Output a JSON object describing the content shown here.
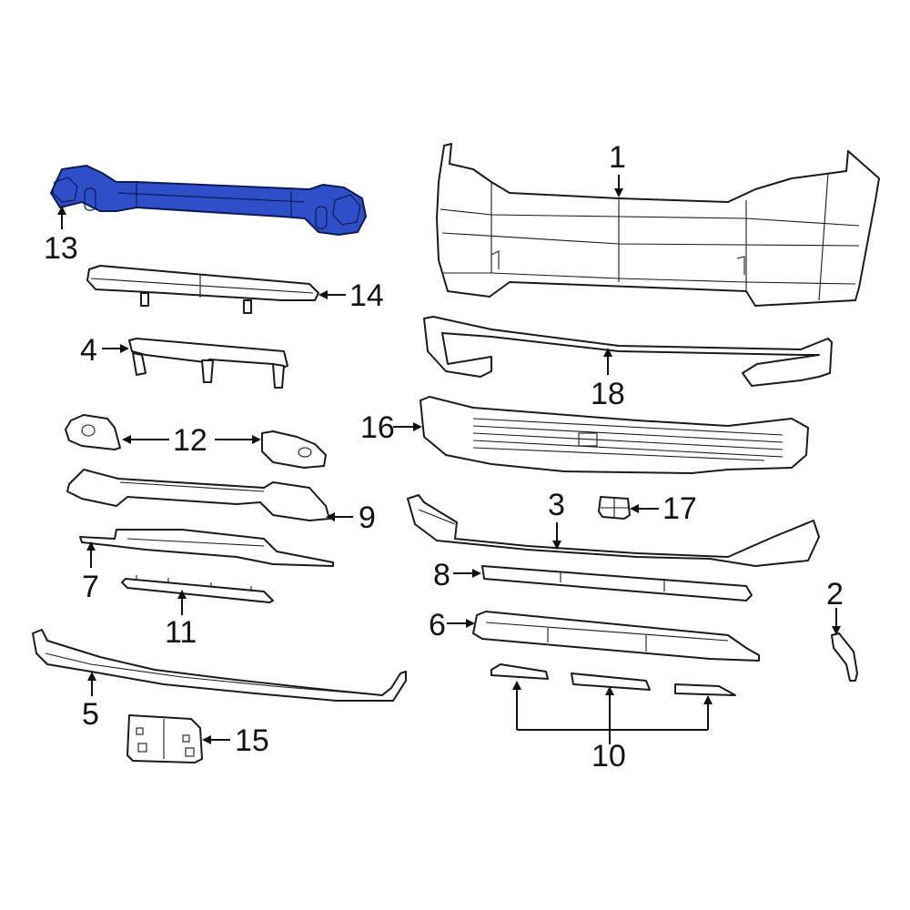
{
  "diagram": {
    "type": "exploded-parts-diagram",
    "subject": "Front bumper assembly",
    "highlight_color": "#2f4fc9",
    "outline_color": "#1a1a1a",
    "background_color": "#ffffff",
    "highlighted_part": "13"
  },
  "callouts": [
    {
      "id": "1",
      "label": "1"
    },
    {
      "id": "2",
      "label": "2"
    },
    {
      "id": "3",
      "label": "3"
    },
    {
      "id": "4",
      "label": "4"
    },
    {
      "id": "5",
      "label": "5"
    },
    {
      "id": "6",
      "label": "6"
    },
    {
      "id": "7",
      "label": "7"
    },
    {
      "id": "8",
      "label": "8"
    },
    {
      "id": "9",
      "label": "9"
    },
    {
      "id": "10",
      "label": "10"
    },
    {
      "id": "11",
      "label": "11"
    },
    {
      "id": "12",
      "label": "12"
    },
    {
      "id": "13",
      "label": "13"
    },
    {
      "id": "14",
      "label": "14"
    },
    {
      "id": "15",
      "label": "15"
    },
    {
      "id": "16",
      "label": "16"
    },
    {
      "id": "17",
      "label": "17"
    },
    {
      "id": "18",
      "label": "18"
    }
  ]
}
